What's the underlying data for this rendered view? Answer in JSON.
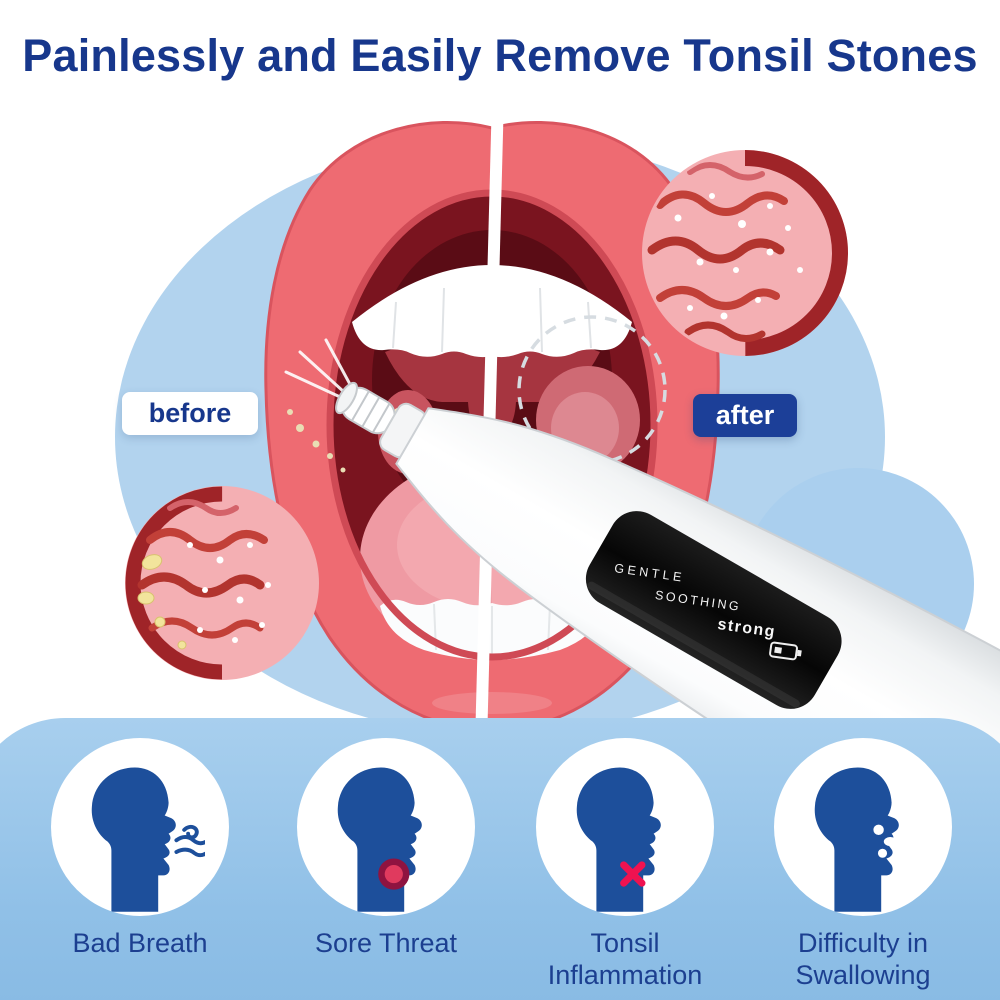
{
  "title": "Painlessly and Easily Remove Tonsil Stones",
  "comparison": {
    "before": "before",
    "after": "after"
  },
  "device": {
    "modes": [
      "GENTLE",
      "SOOTHING",
      "strong"
    ]
  },
  "symptoms": [
    {
      "label": "Bad Breath"
    },
    {
      "label": "Sore Threat"
    },
    {
      "label": "Tonsil\nInflammation"
    },
    {
      "label": "Difficulty in\nSwallowing"
    }
  ],
  "colors": {
    "title_blue": "#17378c",
    "accent_blue": "#1c3f98",
    "silhouette_blue": "#1d4f9b",
    "band_blue": "#90c0e7",
    "lips_red": "#ee6b72",
    "tonsil_pink": "#f4afb3",
    "stone_yellow": "#f2e49c"
  }
}
